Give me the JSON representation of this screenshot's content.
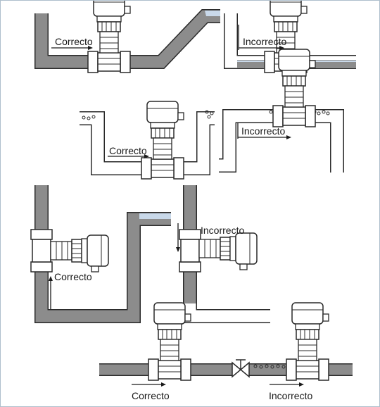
{
  "labels": {
    "l1": "Correcto",
    "l2": "Incorrecto",
    "l3": "Correcto",
    "l4": "Incorrecto",
    "l5": "Correcto",
    "l6": "Incorrecto",
    "l7": "Correcto",
    "l8": "Incorrecto"
  },
  "colors": {
    "pipe_gray": "#8c8c8c",
    "outline": "#2a2a2a",
    "liquid_blue": "#c9d9ea",
    "frame": "#aebfcc"
  }
}
